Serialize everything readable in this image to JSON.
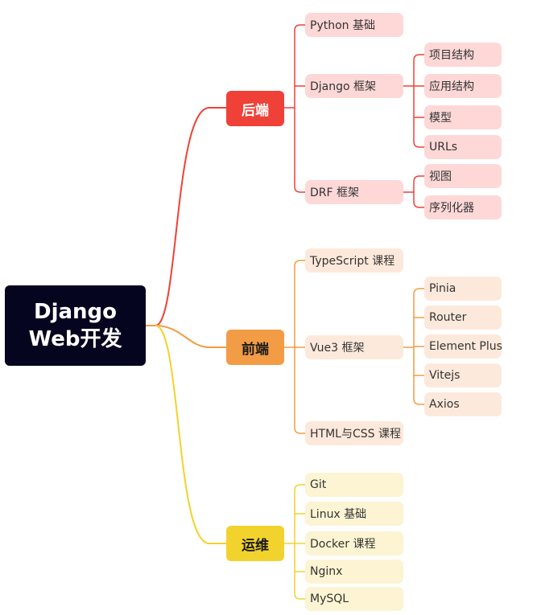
{
  "root": {
    "line1": "Django",
    "line2": "Web开发"
  },
  "colors": {
    "backend": "#ef4137",
    "frontend": "#f29c45",
    "ops": "#f2d22d",
    "root": "#05051f"
  },
  "branches": {
    "backend": {
      "label": "后端",
      "items": {
        "python": "Python 基础",
        "django": "Django 框架",
        "django_children": [
          "项目结构",
          "应用结构",
          "模型",
          "URLs"
        ],
        "drf": "DRF 框架",
        "drf_children": [
          "视图",
          "序列化器"
        ]
      }
    },
    "frontend": {
      "label": "前端",
      "items": {
        "typescript": "TypeScript 课程",
        "vue": "Vue3 框架",
        "vue_children": [
          "Pinia",
          "Router",
          "Element Plus",
          "Vitejs",
          "Axios"
        ],
        "htmlcss": "HTML与CSS 课程"
      }
    },
    "ops": {
      "label": "运维",
      "items": [
        "Git",
        "Linux 基础",
        "Docker 课程",
        "Nginx",
        "MySQL"
      ]
    }
  }
}
